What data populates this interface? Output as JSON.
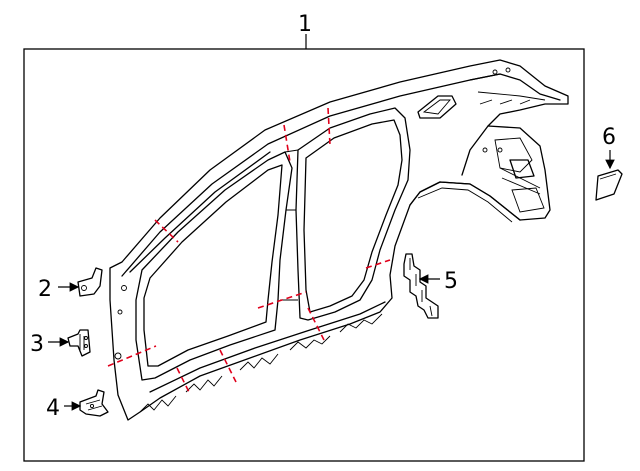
{
  "callouts": [
    {
      "id": "1",
      "label": "1"
    },
    {
      "id": "2",
      "label": "2"
    },
    {
      "id": "3",
      "label": "3"
    },
    {
      "id": "4",
      "label": "4"
    },
    {
      "id": "5",
      "label": "5"
    },
    {
      "id": "6",
      "label": "6"
    }
  ],
  "colors": {
    "line": "#000000",
    "cut_line": "#e0001b",
    "background": "#ffffff"
  }
}
